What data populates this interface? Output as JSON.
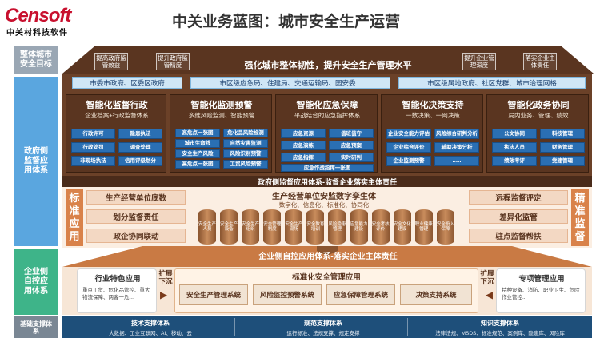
{
  "logo": {
    "brand": "Censoft",
    "sub": "中关村科技软件"
  },
  "title": "中关业务蓝图：城市安全生产运营",
  "left_labels": {
    "top": "整体城市安全目标",
    "gov": "政府侧监督应用体系",
    "ent": "企业侧自控应用体系",
    "base": "基础支撑体系"
  },
  "roof": {
    "left_caps": [
      "提高政府监管效益",
      "提升政府监管精度"
    ],
    "right_caps": [
      "提升企业管理深度",
      "落实企业主体责任"
    ],
    "slogan": "强化城市整体韧性，提升安全生产管理水平"
  },
  "gov_boxes": [
    "市委市政府、区委区政府",
    "市区级应急局、住建局、交通运输局、园安委...",
    "市区级属地政府、社区党群、城市治理网格"
  ],
  "cards": [
    {
      "title": "智能化监督行政",
      "sub": "企业档案+行政监督体系",
      "cells": [
        "行政许可",
        "隐患执法",
        "行政处罚",
        "调查处理",
        "非现场执法",
        "信用评级划分"
      ]
    },
    {
      "title": "智能化监测预警",
      "sub": "多维风险监测、智能预警",
      "cells": [
        "高危点一张图",
        "危化品风险检测",
        "城市生命线",
        "自然灾害监测",
        "安全生产风险",
        "风险识别预警",
        "高危点一张图",
        "工贸风险预警"
      ]
    },
    {
      "title": "智能化应急保障",
      "sub": "平战结合的应急指挥体系",
      "cells": [
        "应急资源",
        "值班值守",
        "应急演练",
        "应急预案",
        "应急指挥",
        "实时研判",
        "应急作战指挥一张图"
      ]
    },
    {
      "title": "智能化决策支持",
      "sub": "一数决策、一网决策",
      "cells": [
        "企业安全能力评估",
        "风险综合研判分析",
        "企业综合评价",
        "辅助决策分析",
        "企业监测预警",
        "......"
      ]
    },
    {
      "title": "智能化政务协同",
      "sub": "局内业务、管理、绩效",
      "cells": [
        "公文协同",
        "科技管理",
        "执法人员",
        "财务管理",
        "绩效考评",
        "党建管理"
      ]
    }
  ],
  "band_gov": "政府侧监督应用体系-监督企业落实主体责任",
  "center": {
    "title": "生产经营单位安监数字孪生体",
    "sub": "数字化、信息化、标准化、协同化"
  },
  "drums": [
    "安全生产人员",
    "安全生产设备",
    "安全生产组织",
    "安全管理制度",
    "安全生产现场",
    "安全教育培训",
    "风险隐患管理",
    "应急能力建设",
    "安全考核评价",
    "安全文化建设",
    "职业健康管理",
    "安全投入保障"
  ],
  "left_tab": "标准应用",
  "left_pills": [
    "生产经营单位底数",
    "划分监督责任",
    "政企协同联动"
  ],
  "right_tab": "精准监督",
  "right_pills": [
    "远程监督评定",
    "差异化监管",
    "驻点监督帮扶"
  ],
  "band_ent": "企业侧自控应用体系-落实企业主体责任",
  "industry": {
    "title": "行业特色应用",
    "text": "重点工贸、危化品管控、重大物流保障、两客一危..."
  },
  "expand_left": "扩展下沉",
  "standard": {
    "title": "标准化安全管理应用",
    "items": [
      "安全生产管理系统",
      "风险监控预警系统",
      "应急保障管理系统",
      "决策支持系统"
    ]
  },
  "expand_right": "扩展下沉",
  "special": {
    "title": "专项管理应用",
    "text": "特种设备、消防、职业卫生、危险作业管控..."
  },
  "bottom": [
    {
      "title": "技术支撑体系",
      "items": "大数据、工业互联网、AI、移动、云"
    },
    {
      "title": "规范支撑体系",
      "items": "运行标准、法规支撑、规定支撑"
    },
    {
      "title": "知识支撑体系",
      "items": "法律法规、MSDS、标准规范、案例库、隐患库、风险库"
    }
  ],
  "colors": {
    "accent_red": "#c8102e",
    "gov_blue": "#2a6fb3",
    "brown": "#5a3520",
    "orange": "#d9824a",
    "green": "#3eb489",
    "navy": "#1e4f7a"
  }
}
